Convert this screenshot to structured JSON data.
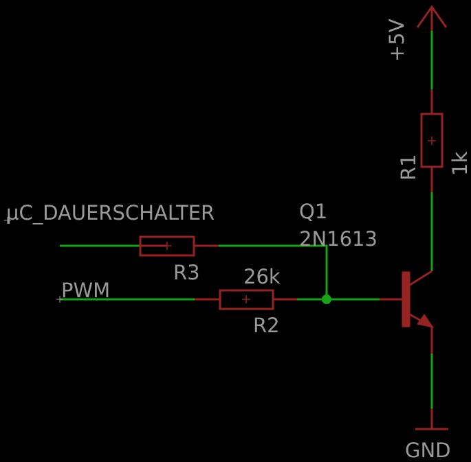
{
  "nets": {
    "supply": "+5V",
    "ground": "GND",
    "input_hold": "µC_DAUERSCHALTER",
    "input_pwm": "PWM"
  },
  "components": {
    "r1": {
      "name": "R1",
      "value": "1k"
    },
    "r2": {
      "name": "R2",
      "value": "26k"
    },
    "r3": {
      "name": "R3"
    },
    "q1": {
      "name": "Q1",
      "value": "2N1613"
    }
  },
  "colors": {
    "background": "#000000",
    "wire": "#17a317",
    "component": "#962222",
    "text": "#9a9a9a"
  }
}
